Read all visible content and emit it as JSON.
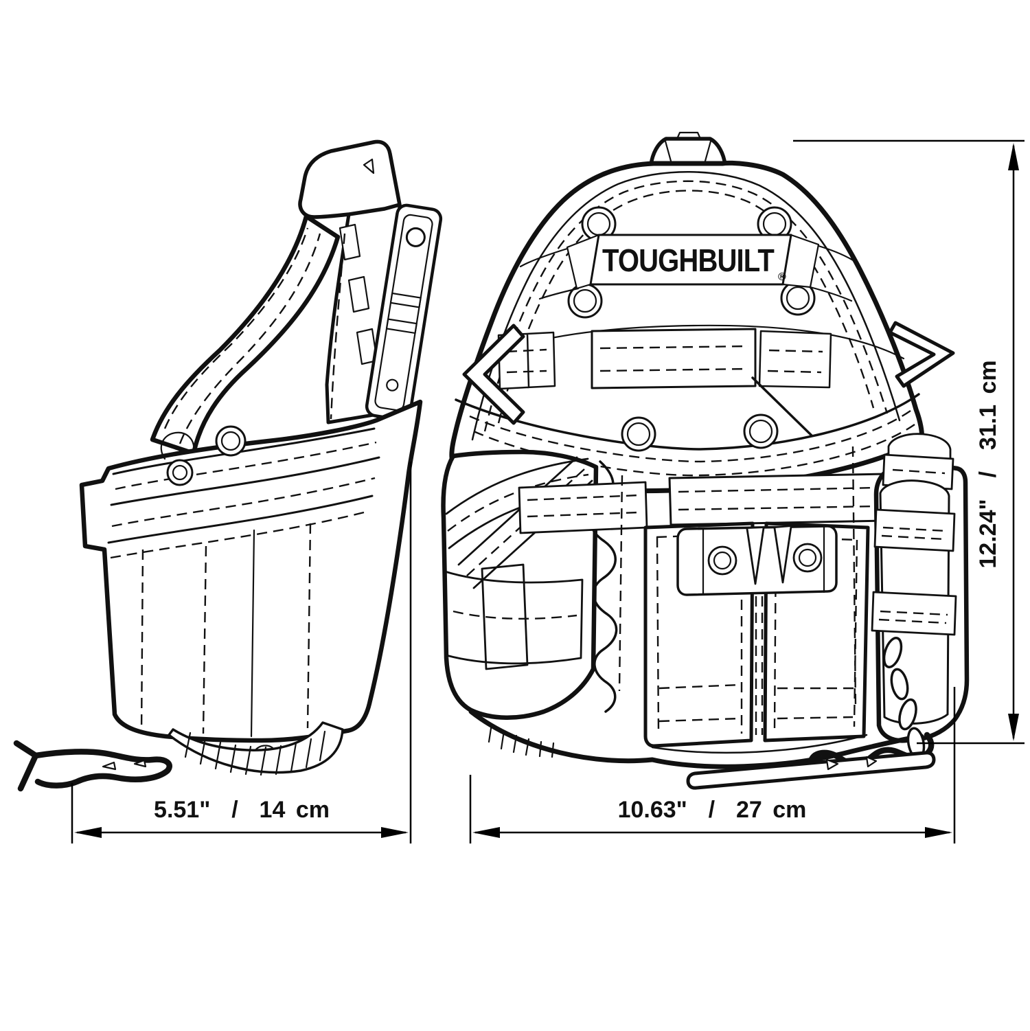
{
  "brand": {
    "logo_text": "TOUGHBUILT",
    "registered_mark": "®"
  },
  "dimensions": {
    "side_width": {
      "label": "5.51\"  /  14 cm",
      "inches": 5.51,
      "cm": 14
    },
    "front_width": {
      "label": "10.63\"  /  27 cm",
      "inches": 10.63,
      "cm": 27
    },
    "height": {
      "label": "12.24\"  /  31.1 cm",
      "inches": 12.24,
      "cm": 31.1
    }
  },
  "style": {
    "line_color": "#111111",
    "background": "#ffffff"
  }
}
